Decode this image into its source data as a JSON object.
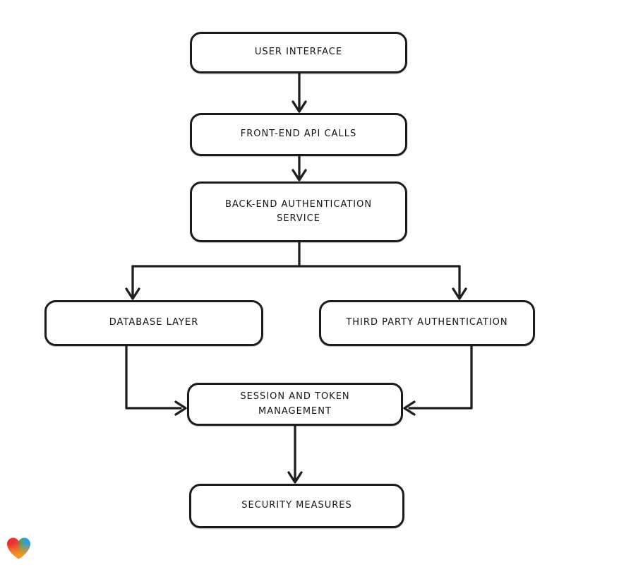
{
  "theme": {
    "background": "#ffffff",
    "stroke": "#1f1f1f",
    "node_fill": "#ffffff",
    "node_border": "#1c1c1c",
    "text_color": "#141414"
  },
  "diagram": {
    "type": "flowchart",
    "nodes": [
      {
        "id": "user-interface",
        "label": "USER INTERFACE"
      },
      {
        "id": "front-end-api-calls",
        "label": "FRONT-END API CALLS"
      },
      {
        "id": "back-end-authentication-service",
        "label": "BACK-END AUTHENTICATION SERVICE"
      },
      {
        "id": "database-layer",
        "label": "DATABASE LAYER"
      },
      {
        "id": "third-party-authentication",
        "label": "THIRD PARTY AUTHENTICATION"
      },
      {
        "id": "session-and-token-management",
        "label": "SESSION AND TOKEN MANAGEMENT"
      },
      {
        "id": "security-measures",
        "label": "SECURITY MEASURES"
      }
    ],
    "edges": [
      {
        "from": "user-interface",
        "to": "front-end-api-calls"
      },
      {
        "from": "front-end-api-calls",
        "to": "back-end-authentication-service"
      },
      {
        "from": "back-end-authentication-service",
        "to": "database-layer"
      },
      {
        "from": "back-end-authentication-service",
        "to": "third-party-authentication"
      },
      {
        "from": "database-layer",
        "to": "session-and-token-management"
      },
      {
        "from": "third-party-authentication",
        "to": "session-and-token-management"
      },
      {
        "from": "session-and-token-management",
        "to": "security-measures"
      }
    ]
  },
  "logo": {
    "name": "gradient-heart",
    "colors": {
      "red": "#e4272b",
      "green": "#5ba050",
      "blue": "#2f9fd8",
      "orange": "#f7941e"
    }
  }
}
